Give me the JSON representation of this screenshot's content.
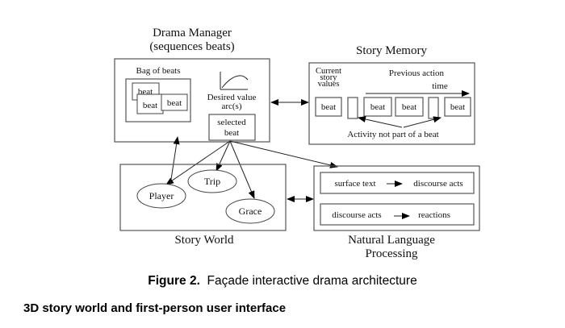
{
  "diagram": {
    "drama_manager": {
      "title_line1": "Drama Manager",
      "title_line2": "(sequences beats)",
      "bag_label": "Bag of beats",
      "bag_beats": [
        "beat",
        "beat",
        "beat"
      ],
      "arc_label_line1": "Desired value",
      "arc_label_line2": "arc(s)",
      "selected_line1": "selected",
      "selected_line2": "beat"
    },
    "story_memory": {
      "title": "Story Memory",
      "current_line1": "Current",
      "current_line2": "story",
      "current_line3": "values",
      "previous_label": "Previous action",
      "time_label": "time",
      "beats": [
        "beat",
        "beat",
        "beat",
        "beat"
      ],
      "activity_label": "Activity not part of a beat"
    },
    "story_world": {
      "title": "Story World",
      "characters": [
        "Player",
        "Trip",
        "Grace"
      ]
    },
    "nlp": {
      "title_line1": "Natural Language",
      "title_line2": "Processing",
      "row1_from": "surface text",
      "row1_to": "discourse acts",
      "row2_from": "discourse acts",
      "row2_to": "reactions"
    }
  },
  "caption": {
    "label": "Figure 2.",
    "text": "Façade interactive drama architecture"
  },
  "section_heading": "3D story world and first-person user interface"
}
